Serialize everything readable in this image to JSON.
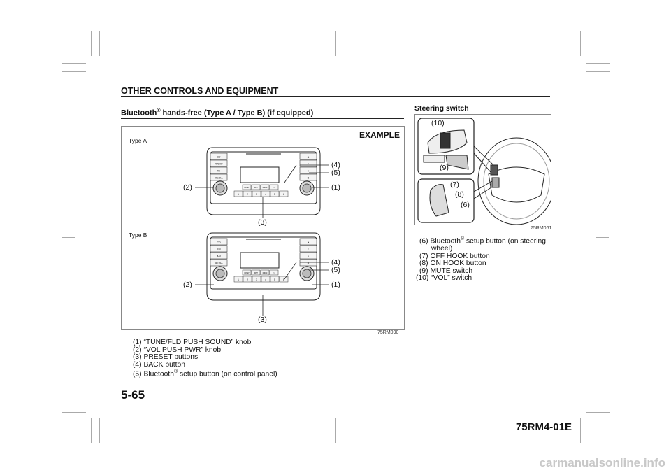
{
  "header": {
    "title": "OTHER CONTROLS AND EQUIPMENT"
  },
  "section": {
    "title_pre": "Bluetooth",
    "reg": "®",
    "title_post": " hands-free (Type A / Type B) (if equipped)"
  },
  "figure1": {
    "example": "EXAMPLE",
    "type_a": "Type A",
    "type_b": "Type B",
    "callouts": [
      "(1)",
      "(2)",
      "(3)",
      "(4)",
      "(5)"
    ],
    "code": "75RM090",
    "radio_a_buttons": [
      "CD",
      "RADIO",
      "TA",
      "MEDIA"
    ],
    "radio_b_buttons": [
      "CD",
      "FM",
      "AM",
      "MEDIA"
    ],
    "preset": [
      "1",
      "2",
      "3",
      "4",
      "5",
      "6"
    ],
    "function_buttons": [
      "DISP",
      "RPT",
      "RDM",
      "<<"
    ]
  },
  "list1": [
    "(1) “TUNE/FLD PUSH SOUND” knob",
    "(2) “VOL PUSH PWR” knob",
    "(3) PRESET buttons",
    "(4) BACK button"
  ],
  "list1_item5": {
    "pre": "(5) Bluetooth",
    "reg": "®",
    "post": " setup button (on control panel)"
  },
  "steering": {
    "title": "Steering switch",
    "callouts": [
      "(10)",
      "(9)",
      "(7)",
      "(8)",
      "(6)"
    ],
    "code": "75RM061",
    "item6": {
      "num": "(6)",
      "pre": "Bluetooth",
      "reg": "®",
      "post": " setup button (on steering",
      "line2": "wheel)"
    },
    "items": [
      "(7) OFF HOOK button",
      "(8) ON HOOK button",
      "(9) MUTE switch",
      "(10) “VOL” switch"
    ]
  },
  "footer": {
    "page": "5-65",
    "code": "75RM4-01E"
  },
  "watermark": "carmanualsonline.info"
}
